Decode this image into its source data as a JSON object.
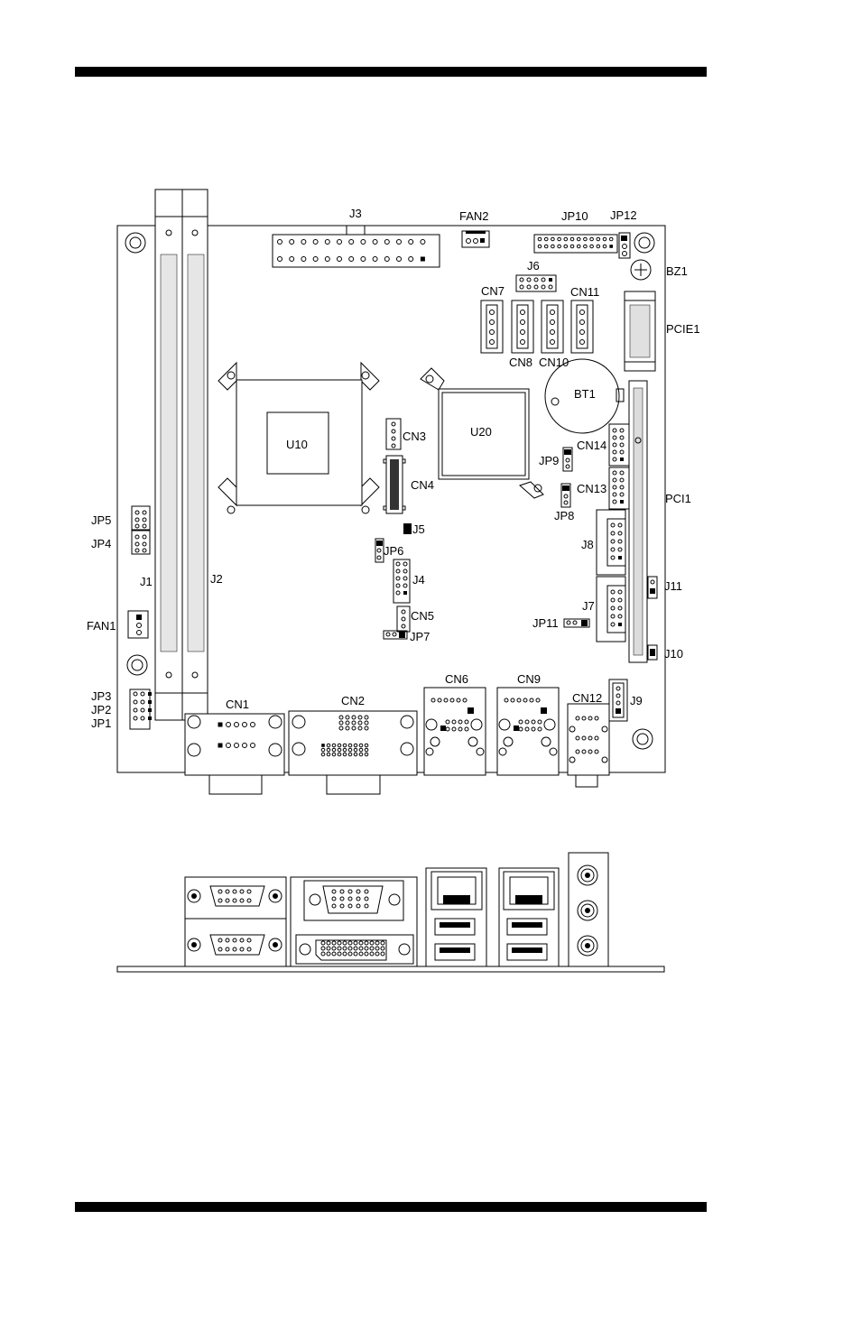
{
  "labels": {
    "J3": "J3",
    "FAN2": "FAN2",
    "JP10": "JP10",
    "JP12": "JP12",
    "BZ1": "BZ1",
    "J6": "J6",
    "CN7": "CN7",
    "CN11": "CN11",
    "CN8": "CN8",
    "CN10": "CN10",
    "PCIE1": "PCIE1",
    "BT1": "BT1",
    "U10": "U10",
    "U20": "U20",
    "CN3": "CN3",
    "CN4": "CN4",
    "CN14": "CN14",
    "JP9": "JP9",
    "CN13": "CN13",
    "JP8": "JP8",
    "PCI1": "PCI1",
    "J5": "J5",
    "JP6": "JP6",
    "J8": "J8",
    "J4": "J4",
    "J11": "J11",
    "JP5": "JP5",
    "JP4": "JP4",
    "J1": "J1",
    "J2": "J2",
    "FAN1": "FAN1",
    "CN5": "CN5",
    "J7": "J7",
    "JP11": "JP11",
    "JP7": "JP7",
    "J10": "J10",
    "CN6": "CN6",
    "CN9": "CN9",
    "CN12": "CN12",
    "J9": "J9",
    "JP3": "JP3",
    "JP2": "JP2",
    "JP1": "JP1",
    "CN1": "CN1",
    "CN2": "CN2"
  }
}
